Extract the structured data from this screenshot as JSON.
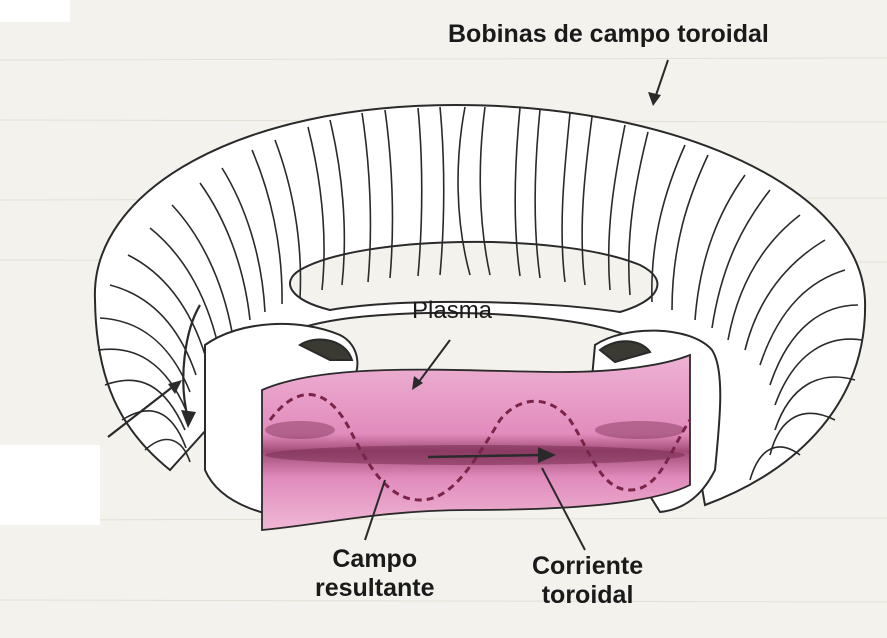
{
  "labels": {
    "toroidal_coils": "Bobinas de campo toroidal",
    "plasma": "Plasma",
    "resultant_field_line1": "Campo",
    "resultant_field_line2": "resultante",
    "toroidal_current_line1": "Corriente",
    "toroidal_current_line2": "toroidal"
  },
  "colors": {
    "background": "#f4f2ec",
    "plasma_fill": "#e69ac4",
    "plasma_core": "#8a3d62",
    "line": "#2a2a2a"
  }
}
